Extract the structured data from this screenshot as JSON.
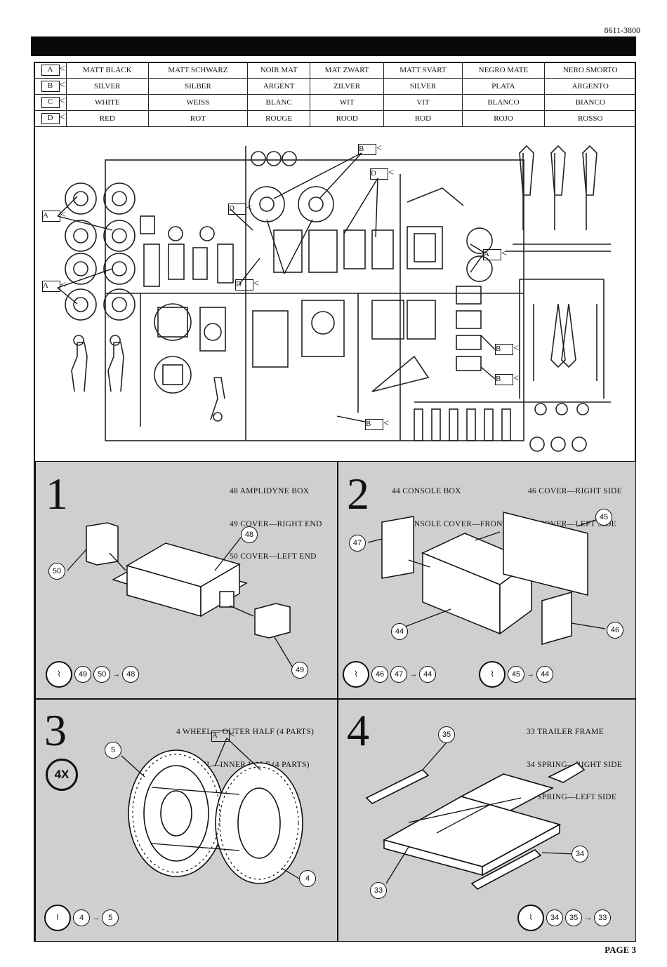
{
  "doc_code": "8611-3800",
  "colors": [
    {
      "tag": "A",
      "names": [
        "MATT BLACK",
        "MATT SCHWARZ",
        "NOIR MAT",
        "MAT ZWART",
        "MATT SVART",
        "NEGRO MATE",
        "NERO SMORTO"
      ]
    },
    {
      "tag": "B",
      "names": [
        "SILVER",
        "SILBER",
        "ARGENT",
        "ZILVER",
        "SILVER",
        "PLATA",
        "ARGENTO"
      ]
    },
    {
      "tag": "C",
      "names": [
        "WHITE",
        "WEISS",
        "BLANC",
        "WIT",
        "VIT",
        "BLANCO",
        "BIANCO"
      ]
    },
    {
      "tag": "D",
      "names": [
        "RED",
        "ROT",
        "ROUGE",
        "ROOD",
        "ROD",
        "ROJO",
        "ROSSO"
      ]
    }
  ],
  "sprue_tags": [
    "A",
    "A",
    "A",
    "B",
    "B",
    "B",
    "B",
    "D",
    "D",
    "D"
  ],
  "steps": [
    {
      "number": "1",
      "parts": [
        "48 AMPLIDYNE BOX",
        "49 COVER—RIGHT END",
        "50 COVER—LEFT END"
      ],
      "callouts": [
        "50",
        "48",
        "49"
      ],
      "glue": [
        {
          "from": [
            "49",
            "50"
          ],
          "to": "48"
        }
      ]
    },
    {
      "number": "2",
      "parts": [
        "44 CONSOLE BOX",
        "45 CONSOLE COVER—FRONT"
      ],
      "parts_right": [
        "46 COVER—RIGHT SIDE",
        "47 COVER—LEFT SIDE"
      ],
      "callouts": [
        "45",
        "47",
        "44",
        "46"
      ],
      "glue": [
        {
          "from": [
            "46",
            "47"
          ],
          "to": "44"
        },
        {
          "from": [
            "45"
          ],
          "to": "44"
        }
      ]
    },
    {
      "number": "3",
      "badge": "4X",
      "tag": "A",
      "parts": [
        "4 WHEEL— OUTER HALF (4 PARTS)",
        "5 WHEEL—INNER HALF (4 PARTS)"
      ],
      "callouts": [
        "5",
        "4"
      ],
      "glue": [
        {
          "from": [
            "4"
          ],
          "to": "5"
        }
      ]
    },
    {
      "number": "4",
      "parts": [
        "33 TRAILER FRAME",
        "34 SPRING—RIGHT SIDE",
        "35 SPRING—LEFT SIDE"
      ],
      "callouts": [
        "35",
        "34",
        "33"
      ],
      "glue": [
        {
          "from": [
            "34",
            "35"
          ],
          "to": "33"
        }
      ]
    }
  ],
  "page_label": "PAGE 3"
}
